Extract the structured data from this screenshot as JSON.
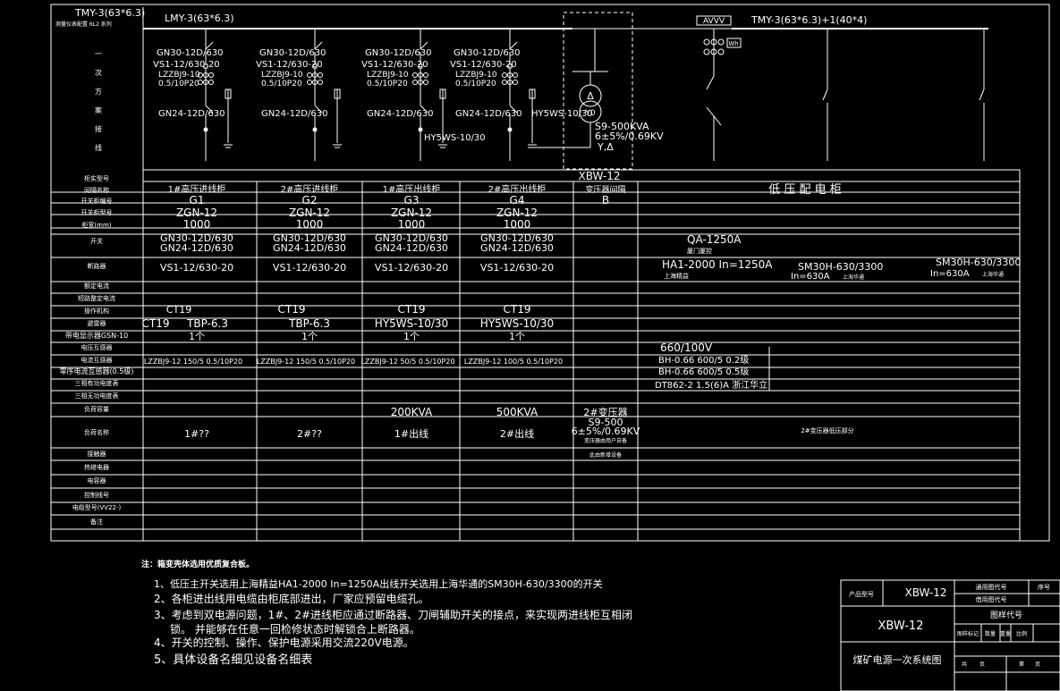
{
  "header": {
    "bus_left_top": "TMY-3(63*6.3)",
    "bus_left_sub": "测量仪表配置 6L2 系列",
    "bus_lmy": "LMY-3(63*6.3)",
    "bus_right": "TMY-3(63*6.3)+1(40*4)",
    "diagram_side_label": [
      "一",
      "次",
      "方",
      "案",
      "接",
      "线"
    ],
    "meter_label": "AVVV",
    "wh_label": "Wh"
  },
  "feeders": [
    {
      "sw1": "GN30-12D/630",
      "brk": "VS1-12/630-20",
      "ct1": "LZZBJ9-10",
      "ct2": "0.5/10P20",
      "sw2": "GN24-12D/630"
    },
    {
      "sw1": "GN30-12D/630",
      "brk": "VS1-12/630-20",
      "ct1": "LZZBJ9-10",
      "ct2": "0.5/10P20",
      "sw2": "GN24-12D/630"
    },
    {
      "sw1": "GN30-12D/630",
      "brk": "VS1-12/630-20",
      "ct1": "LZZBJ9-10",
      "ct2": "0.5/10P20",
      "sw2": "GN24-12D/630"
    },
    {
      "sw1": "GN30-12D/630",
      "brk": "VS1-12/630-20",
      "ct1": "LZZBJ9-10",
      "ct2": "0.5/10P20",
      "sw2": "GN24-12D/630"
    }
  ],
  "arrester_labels": [
    "HY5WS-10/30",
    "HY5WS-10/30"
  ],
  "transformer": {
    "name": "S9-500KVA",
    "ratio": "6±5%/0.69KV",
    "conn": "Y,Δ",
    "sym_top": "Δ",
    "sym_bot": "Y0"
  },
  "table": {
    "row_labels": [
      "柜实型号",
      "间隔名称",
      "开关柜编号",
      "开关柜型号",
      "柜宽(mm)",
      "开关",
      "断路器",
      "额定电流",
      "短路整定电流",
      "操作机构",
      "避雷器",
      "带电显示器GSN-10",
      "电压互感器",
      "电流互感器",
      "零序电流互感器(0.5级)",
      "三相有功电度表",
      "三相无功电度表",
      "负荷容量",
      "负荷名称",
      "接触器",
      "热继电器",
      "电容器",
      "控制线号",
      "电缆型号(VV22-)",
      "备注"
    ],
    "model_top": "XBW-12",
    "cols": [
      {
        "name": "1#高压进线柜",
        "no": "G1",
        "type": "ZGN-12",
        "width": "1000",
        "sw": [
          "GN30-12D/630",
          "GN24-12D/630"
        ],
        "brk": "VS1-12/630-20",
        "op": "CT19",
        "arr": "TBP-6.3",
        "disp": "1个",
        "ct": "LZZBJ9-12 150/5 0.5/10P20",
        "load": "",
        "lname": "1#??"
      },
      {
        "name": "2#高压进线柜",
        "no": "G2",
        "type": "ZGN-12",
        "width": "1000",
        "sw": [
          "GN30-12D/630",
          "GN24-12D/630"
        ],
        "brk": "VS1-12/630-20",
        "op": "CT19",
        "arr": "TBP-6.3",
        "disp": "1个",
        "ct": "LZZBJ9-12 150/5 0.5/10P20",
        "load": "",
        "lname": "2#??"
      },
      {
        "name": "1#高压出线柜",
        "no": "G3",
        "type": "ZGN-12",
        "width": "1000",
        "sw": [
          "GN30-12D/630",
          "GN24-12D/630"
        ],
        "brk": "VS1-12/630-20",
        "op": "CT19",
        "arr": "HY5WS-10/30",
        "disp": "1个",
        "ct": "LZZBJ9-12 50/5 0.5/10P20",
        "load": "200KVA",
        "lname": "1#出线"
      },
      {
        "name": "2#高压出线柜",
        "no": "G4",
        "type": "ZGN-12",
        "width": "1000",
        "sw": [
          "GN30-12D/630",
          "GN24-12D/630"
        ],
        "brk": "VS1-12/630-20",
        "op": "CT19",
        "arr": "HY5WS-10/30",
        "disp": "1个",
        "ct": "LZZBJ9-12 100/5 0.5/10P20",
        "load": "500KVA",
        "lname": "2#出线"
      }
    ],
    "op_left_extra": "CT19",
    "tx_col": {
      "name": "变压器间隔",
      "no": "B",
      "load": [
        "2#变压器",
        "S9-500",
        "6±5%/0.69KV"
      ],
      "lname": [
        "变压器由用户自备",
        "此由新增设备"
      ]
    },
    "lv": {
      "title": "低 压 配 电 柜",
      "sw": "QA-1250A",
      "sw_sub": "厦门厦控",
      "brk_main": "HA1-2000 In=1250A",
      "brk_main_sub": "上海精益",
      "brk_b": "SM30H-630/3300",
      "brk_b_in": "In=630A",
      "brk_b_sub": "上海华通",
      "brk_c": "SM30H-630/3300",
      "brk_c_in": "In=630A",
      "brk_c_sub": "上海华通",
      "vt": "660/100V",
      "ct1": "BH-0.66 600/5 0.2级",
      "ct2": "BH-0.66 600/5 0.5级",
      "meter": "DT862-2 1.5(6)A 浙江华立",
      "lname": "2#变压器低压部分"
    }
  },
  "notes": {
    "head": "注：箱变壳体选用优质复合板。",
    "items": [
      "1、低压主开关选用上海精益HA1-2000 In=1250A出线开关选用上海华通的SM30H-630/3300的开关",
      "2、各柜进出线用电缆由柜底部进出，厂家应预留电缆孔。",
      "3、考虑到双电源问题，1#、2#进线柜应通过断路器、刀闸辅助开关的接点，来实现两进线柜互相闭",
      "锁。           并能够在任意一回检修状态时解锁合上断路器。",
      "4、开关的控制、操作、保护电源采用交流220V电源。",
      "5、具体设备名细见设备名细表"
    ]
  },
  "titleblock": {
    "product_label": "产品型号",
    "product": "XBW-12",
    "main_model": "XBW-12",
    "drawing_name": "煤矿电源一次系统图",
    "c1": "通用图代号",
    "c2": "借用图代号",
    "c3": "序号",
    "c4": "图样代号",
    "c5": [
      "图样标记",
      "数量",
      "重量",
      "比例"
    ],
    "c6": [
      "共",
      "页",
      "第",
      "页"
    ]
  }
}
